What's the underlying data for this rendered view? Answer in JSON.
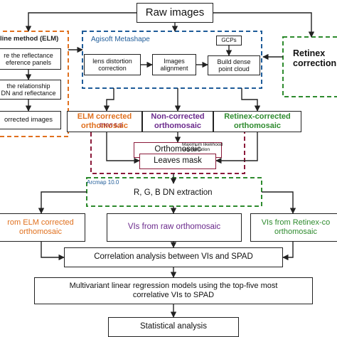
{
  "diagram": {
    "colors": {
      "orange": "#E0701E",
      "blue": "#1F5C99",
      "green": "#2E8B2E",
      "purple": "#6B2A8C",
      "maroon": "#8B1A3A",
      "black": "#222222"
    },
    "raw_images": "Raw images",
    "elm_group": {
      "title": "line method (ELM)",
      "step1": "re the reflectance\neference panels",
      "step2": "the relationship\nDN and reflectance",
      "step3": "orrected images"
    },
    "agisoft": {
      "title": "Agisoft Metashape",
      "gcps": "GCPs",
      "lens": "lens distortion\ncorrection",
      "align": "Images\nalignment",
      "cloud": "Build dense\npoint cloud"
    },
    "retinex": "Retinex\ncorrection",
    "ortho": {
      "elm": "ELM corrected\northomosaic",
      "non": "Non-corrected\northomosaic",
      "retinex": "Retinex-corrected\northomosaic"
    },
    "envi": {
      "title": "ENVI 5.3",
      "orthomosaic": "Orthomosaic",
      "note": "Maximum likelihood\nsegmentation",
      "leaves": "Leaves mask"
    },
    "arcmap": {
      "title": "Arcmap 10.0",
      "extraction": "R, G, B DN extraction"
    },
    "vis": {
      "elm": "rom ELM corrected\northomosaic",
      "raw": "VIs from raw orthomosaic",
      "retinex": "VIs from Retinex-co\northomosaic"
    },
    "correlation": "Correlation analysis between VIs and SPAD",
    "regression": "Multivariant linear regression models using the top-five most\ncorrelative VIs to SPAD",
    "statistical": "Statistical analysis"
  }
}
